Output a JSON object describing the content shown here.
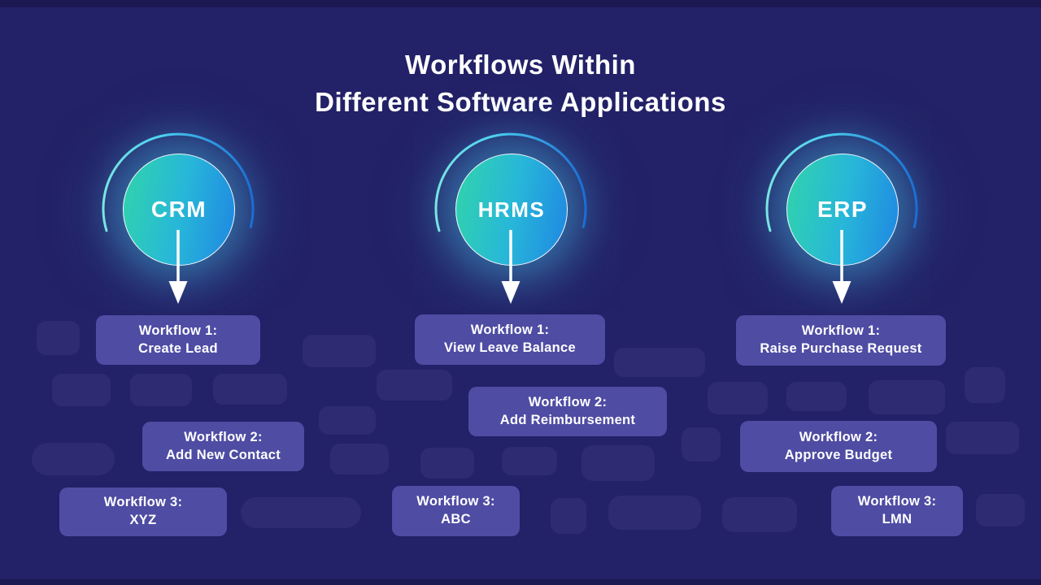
{
  "title": {
    "line1": "Workflows Within",
    "line2": "Different Software Applications"
  },
  "sections": [
    {
      "name": "CRM",
      "workflows": [
        {
          "line1": "Workflow 1:",
          "line2": "Create Lead"
        },
        {
          "line1": "Workflow 2:",
          "line2": "Add New Contact"
        },
        {
          "line1": "Workflow 3:",
          "line2": "XYZ"
        }
      ]
    },
    {
      "name": "HRMS",
      "workflows": [
        {
          "line1": "Workflow 1:",
          "line2": "View Leave Balance"
        },
        {
          "line1": "Workflow 2:",
          "line2": "Add Reimbursement"
        },
        {
          "line1": "Workflow 3:",
          "line2": "ABC"
        }
      ]
    },
    {
      "name": "ERP",
      "workflows": [
        {
          "line1": "Workflow 1:",
          "line2": "Raise Purchase Request"
        },
        {
          "line1": "Workflow 2:",
          "line2": "Approve Budget"
        },
        {
          "line1": "Workflow 3:",
          "line2": "LMN"
        }
      ]
    }
  ],
  "colors": {
    "background": "#232167",
    "edge_bar": "#1b1951",
    "workflow_box": "#4e4ca3",
    "decor_box": "#2e2b72",
    "circle_gradient_start": "#31d4ab",
    "circle_gradient_mid": "#27b7d9",
    "circle_gradient_end": "#1f86e2",
    "arc_gradient_start": "#86ecdf",
    "arc_gradient_mid": "#4fd4f2",
    "arc_gradient_end": "#1058cf",
    "glow": "#49cbeb",
    "text": "#ffffff"
  }
}
